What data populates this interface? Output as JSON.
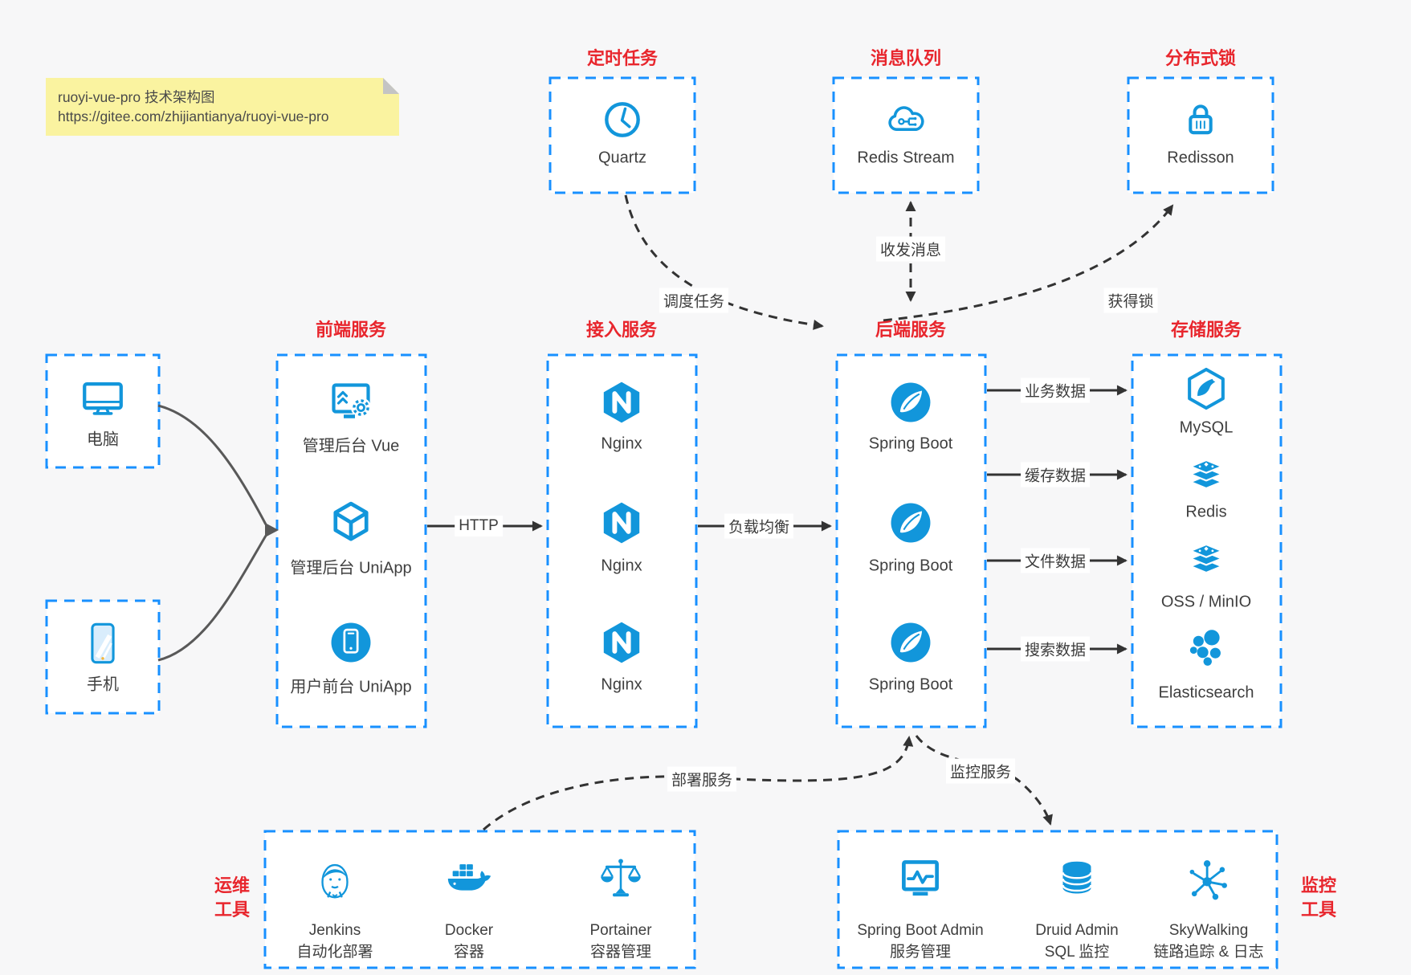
{
  "colors": {
    "accent_blue": "#1890ff",
    "icon_blue": "#1296db",
    "title_red": "#e8262d",
    "arrow_dark": "#333333",
    "note_yellow": "#faf3a0",
    "canvas_bg": "#f7f7f8"
  },
  "note": {
    "line1": "ruoyi-vue-pro 技术架构图",
    "line2": "https://gitee.com/zhijiantianya/ruoyi-vue-pro"
  },
  "top_services": [
    {
      "title": "定时任务",
      "label": "Quartz",
      "icon": "clock-icon"
    },
    {
      "title": "消息队列",
      "label": "Redis Stream",
      "icon": "cloud-share-icon"
    },
    {
      "title": "分布式锁",
      "label": "Redisson",
      "icon": "lock-icon"
    }
  ],
  "clients": [
    {
      "label": "电脑",
      "icon": "desktop-icon"
    },
    {
      "label": "手机",
      "icon": "smartphone-icon"
    }
  ],
  "layers": {
    "frontend": {
      "title": "前端服务",
      "items": [
        {
          "label": "管理后台 Vue",
          "icon": "admin-vue-icon"
        },
        {
          "label": "管理后台 UniApp",
          "icon": "uniapp-cube-icon"
        },
        {
          "label": "用户前台 UniApp",
          "icon": "user-app-icon"
        }
      ]
    },
    "gateway": {
      "title": "接入服务",
      "items": [
        {
          "label": "Nginx",
          "icon": "nginx-icon"
        },
        {
          "label": "Nginx",
          "icon": "nginx-icon"
        },
        {
          "label": "Nginx",
          "icon": "nginx-icon"
        }
      ]
    },
    "backend": {
      "title": "后端服务",
      "items": [
        {
          "label": "Spring Boot",
          "icon": "spring-boot-icon"
        },
        {
          "label": "Spring Boot",
          "icon": "spring-boot-icon"
        },
        {
          "label": "Spring Boot",
          "icon": "spring-boot-icon"
        }
      ]
    },
    "storage": {
      "title": "存储服务",
      "items": [
        {
          "label": "MySQL",
          "icon": "mysql-icon"
        },
        {
          "label": "Redis",
          "icon": "redis-icon"
        },
        {
          "label": "OSS / MinIO",
          "icon": "oss-icon"
        },
        {
          "label": "Elasticsearch",
          "icon": "elasticsearch-icon"
        }
      ]
    },
    "ops": {
      "title_lines": [
        "运维",
        "工具"
      ],
      "items": [
        {
          "name": "Jenkins",
          "desc": "自动化部署",
          "icon": "jenkins-icon"
        },
        {
          "name": "Docker",
          "desc": "容器",
          "icon": "docker-icon"
        },
        {
          "name": "Portainer",
          "desc": "容器管理",
          "icon": "portainer-icon"
        }
      ]
    },
    "monitoring": {
      "title_lines": [
        "监控",
        "工具"
      ],
      "items": [
        {
          "name": "Spring Boot Admin",
          "desc": "服务管理",
          "icon": "spring-boot-admin-icon"
        },
        {
          "name": "Druid Admin",
          "desc": "SQL 监控",
          "icon": "druid-icon"
        },
        {
          "name": "SkyWalking",
          "desc": "链路追踪 & 日志",
          "icon": "skywalking-icon"
        }
      ]
    }
  },
  "edge_labels": {
    "http": "HTTP",
    "load_balance": "负载均衡",
    "business_data": "业务数据",
    "cache_data": "缓存数据",
    "file_data": "文件数据",
    "search_data": "搜索数据",
    "schedule_task": "调度任务",
    "send_receive_message": "收发消息",
    "acquire_lock": "获得锁",
    "deploy_service": "部署服务",
    "monitor_service": "监控服务"
  }
}
